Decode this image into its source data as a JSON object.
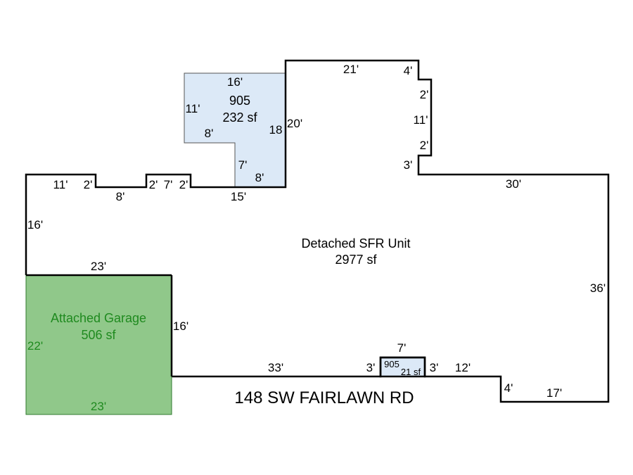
{
  "colors": {
    "outline": "#000000",
    "garage_fill": "#90c88a",
    "garage_text": "#1f8a1f",
    "addition_fill": "#dce9f7"
  },
  "main": {
    "name": "Detached SFR Unit",
    "area": "2977 sf",
    "dims": {
      "top_left_11": "11'",
      "step_2a": "2'",
      "bottom_8": "8'",
      "step_2b": "2'",
      "top_7": "7'",
      "step_2c": "2'",
      "bottom_15": "15'",
      "right_20": "20'",
      "top_21": "21'",
      "jog_4": "4'",
      "jog_2a": "2'",
      "right_11": "11'",
      "jog_2b": "2'",
      "jog_3": "3'",
      "top_30": "30'",
      "left_16": "16'",
      "right_36": "36'",
      "bottom_33": "33'",
      "bay_3a": "3'",
      "bay_3b": "3'",
      "bottom_12": "12'",
      "jog_4b": "4'",
      "bottom_17": "17'"
    }
  },
  "addition_top": {
    "code": "905",
    "area": "232 sf",
    "dims": {
      "top": "16'",
      "left": "11'",
      "inner_8": "8'",
      "right": "18",
      "inner_7": "7'",
      "bottom_8": "8'"
    }
  },
  "addition_bay": {
    "code": "905",
    "area": "21 sf",
    "dims": {
      "top": "7'"
    }
  },
  "garage": {
    "name": "Attached Garage",
    "area": "506 sf",
    "dims": {
      "top": "23'",
      "left": "22'",
      "right": "16'",
      "bottom": "23'"
    }
  },
  "address": "148 SW FAIRLAWN RD"
}
